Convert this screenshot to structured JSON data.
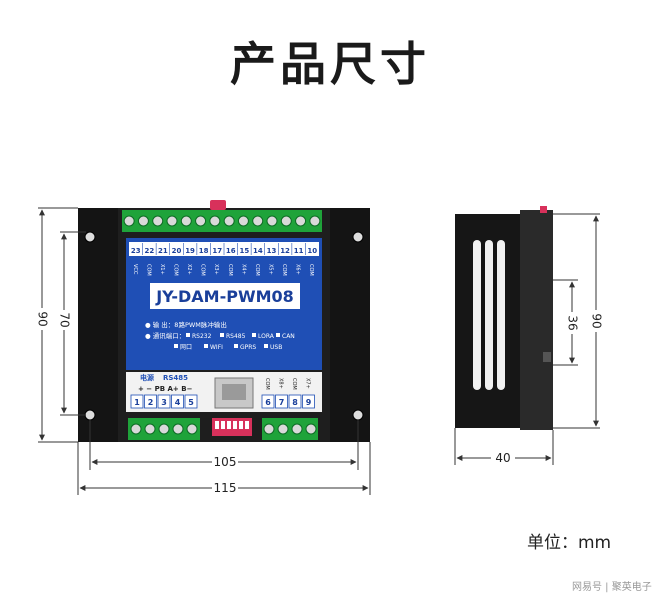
{
  "page": {
    "title": "产品尺寸",
    "unit_label": "单位：mm",
    "watermark": "网易号 | 聚英电子"
  },
  "front_view": {
    "top_terminals": [
      "23",
      "22",
      "21",
      "20",
      "19",
      "18",
      "17",
      "16",
      "15",
      "14",
      "13",
      "12",
      "11",
      "10"
    ],
    "top_terminal_labels": [
      "VCC",
      "COM",
      "X1+",
      "COM",
      "X2+",
      "COM",
      "X3+",
      "COM",
      "X4+",
      "COM",
      "X5+",
      "COM",
      "X6+",
      "COM"
    ],
    "model": "JY-DAM-PWM08",
    "output_label": "● 输    出：8路PWM脉冲输出",
    "comm_label": "● 通讯端口：",
    "comm_options": [
      "RS232",
      "RS485",
      "LORA",
      "CAN",
      "网口",
      "WIFI",
      "GPRS",
      "USB"
    ],
    "power_label": "电源",
    "rs485_label": "RS485",
    "power_signs": "+  −  PB A+ B−",
    "bottom_left_terminals": [
      "1",
      "2",
      "3",
      "4",
      "5"
    ],
    "bottom_right_labels": [
      "COM",
      "X8+",
      "COM",
      "X7+"
    ],
    "bottom_right_terminals": [
      "6",
      "7",
      "8",
      "9"
    ]
  },
  "dimensions": {
    "front_height_outer": "90",
    "front_height_inner": "70",
    "front_width_inner": "105",
    "front_width_outer": "115",
    "side_height_outer": "90",
    "side_height_inner": "36",
    "side_width": "40"
  },
  "colors": {
    "housing": "#1e1e1e",
    "terminal_green": "#1fa33a",
    "label_panel_blue": "#1f4fb5",
    "model_box": "#ffffff",
    "dip_switch": "#d8315b"
  }
}
